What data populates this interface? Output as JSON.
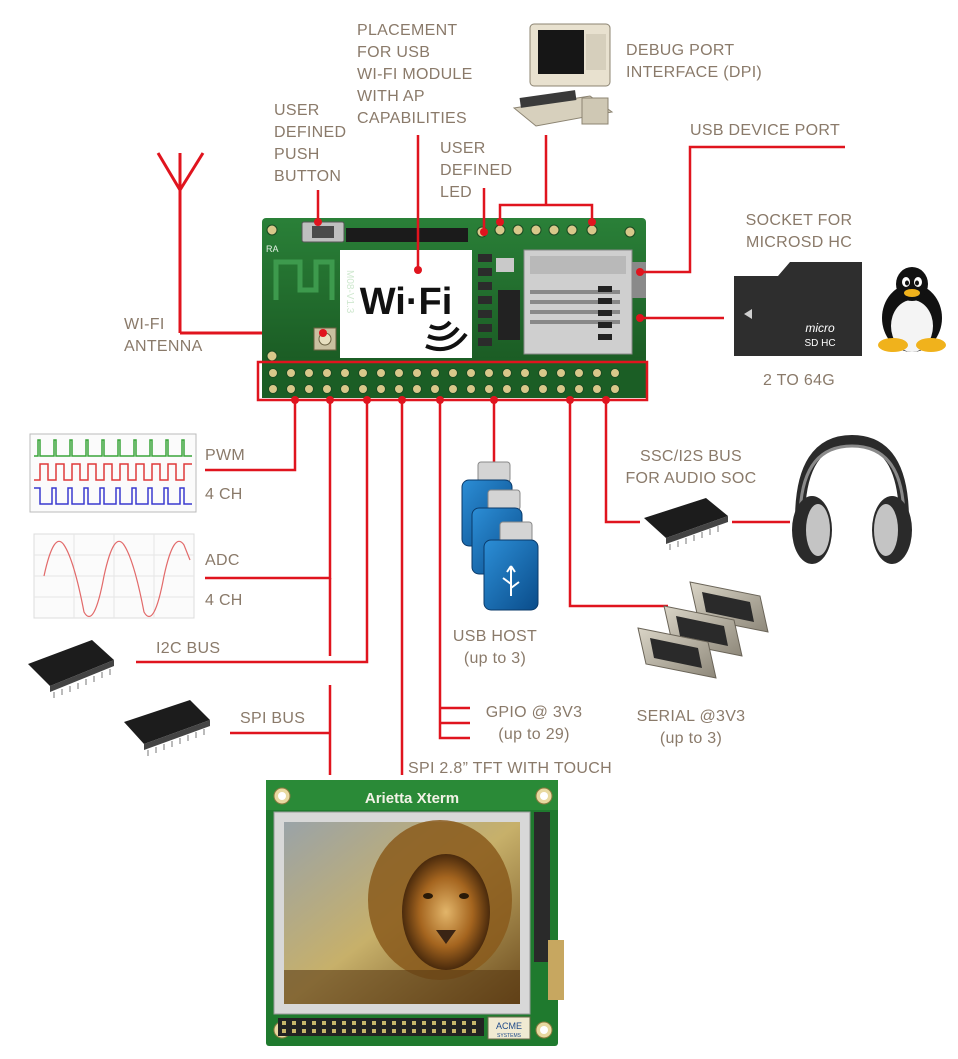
{
  "labels": {
    "placement_wifi": "PLACEMENT\nFOR USB\nWI-FI MODULE\nWITH AP\nCAPABILITIES",
    "debug_port": "DEBUG PORT\nINTERFACE (DPI)",
    "user_button": "USER\nDEFINED\nPUSH\nBUTTON",
    "user_led": "USER\nDEFINED\nLED",
    "usb_device": "USB DEVICE PORT",
    "microsd": "SOCKET FOR\nMICROSD HC",
    "microsd_size": "2 TO 64G",
    "wifi_antenna": "WI-FI\nANTENNA",
    "pwm": "PWM",
    "pwm_ch": "4 CH",
    "adc": "ADC",
    "adc_ch": "4 CH",
    "i2c": "I2C BUS",
    "spi": "SPI BUS",
    "usb_host": "USB HOST\n(up to 3)",
    "gpio": "GPIO @ 3V3\n(up to 29)",
    "ssc": "SSC/I2S BUS\nFOR AUDIO SOC",
    "serial": "SERIAL @3V3\n(up to 3)",
    "spi_tft": "SPI 2.8” TFT WITH TOUCH"
  },
  "board": {
    "wifi_logo": "Wi·Fi",
    "pcb_label": "M08-V1.3",
    "pcb_mark": "RA"
  },
  "display": {
    "title": "Arietta Xterm",
    "brand": "ACME",
    "brand_sub": "SYSTEMS"
  },
  "microsd_card": {
    "logo_top": "micro",
    "logo_bottom": "SD HC"
  },
  "colors": {
    "line": "#e0141e",
    "label": "#8a7a6a",
    "pcb": "#1f6a2c"
  }
}
